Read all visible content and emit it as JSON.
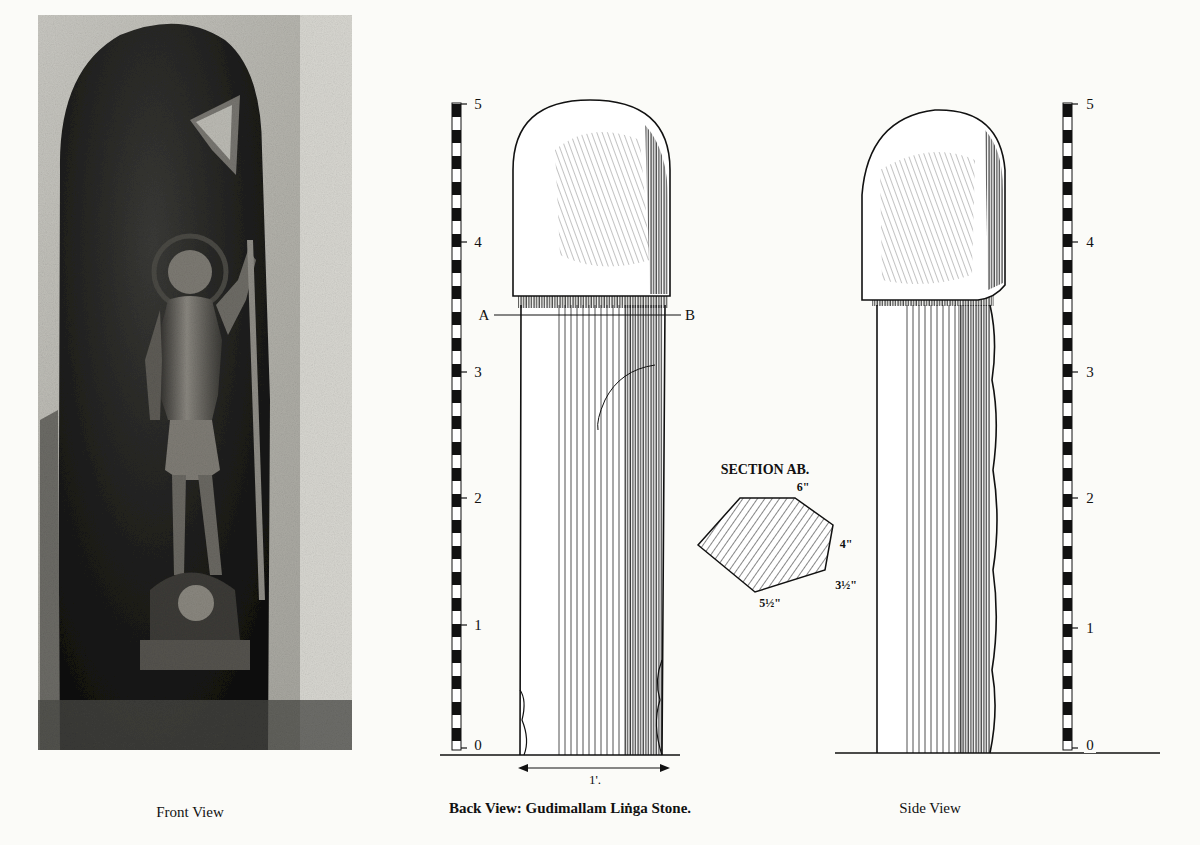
{
  "diagram": {
    "labels": [
      "5",
      "4",
      "3",
      "2",
      "1",
      "0",
      "A",
      "B",
      "SECTION AB.",
      "6\"",
      "4\"",
      "3½\"",
      "5½\"",
      "1'.",
      "5",
      "4",
      "3",
      "2",
      "1",
      "0",
      "Front View",
      "Back View: Gudimallam Liṅga Stone.",
      "Side View"
    ]
  }
}
